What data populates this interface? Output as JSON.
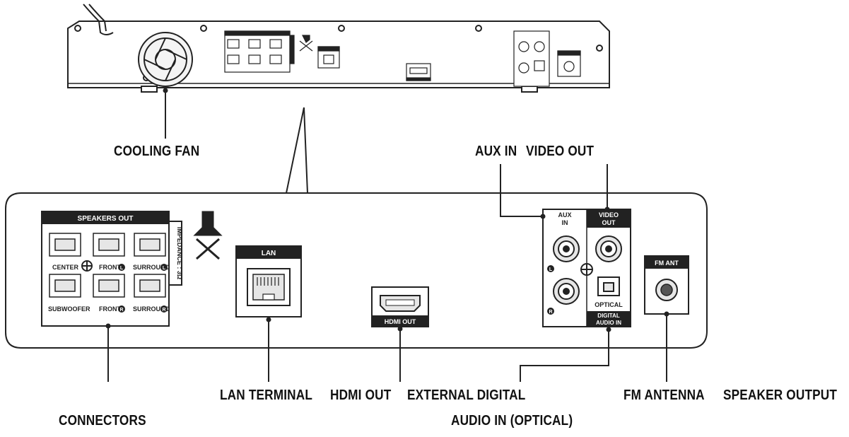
{
  "callouts": {
    "cooling_fan": "COOLING FAN",
    "aux_in": "AUX IN",
    "video_out": "VIDEO OUT",
    "connectors": "CONNECTORS",
    "lan_terminal": "LAN TERMINAL",
    "hdmi_out": "HDMI OUT",
    "external_digital_line1": "EXTERNAL DIGITAL",
    "external_digital_line2": "AUDIO IN (OPTICAL)",
    "fm_antenna": "FM ANTENNA",
    "speaker_output": "SPEAKER OUTPUT"
  },
  "panel": {
    "speakers_out": "SPEAKERS OUT",
    "impedance": "IMPEDANCE : 3Ω",
    "center": "CENTER",
    "front": "FRONT",
    "surround": "SURROUND",
    "subwoofer": "SUBWOOFER",
    "left_mark": "L",
    "right_mark": "R",
    "lan": "LAN",
    "hdmi_out": "HDMI OUT",
    "aux": "AUX",
    "in": "IN",
    "video": "VIDEO",
    "out": "OUT",
    "optical": "OPTICAL",
    "digital": "DIGITAL",
    "audio_in": "AUDIO IN",
    "fm_ant": "FM ANT"
  },
  "colors": {
    "line": "#222222",
    "panel_fill": "#ffffff",
    "shade": "#e6e6e6"
  }
}
